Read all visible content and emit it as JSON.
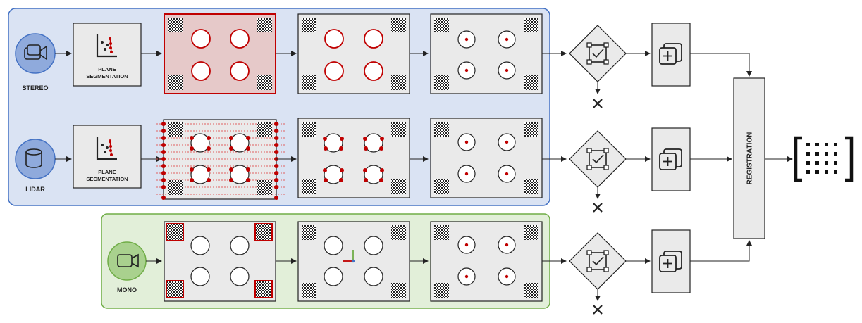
{
  "sensors": {
    "stereo": {
      "label": "STEREO",
      "icon": "stereo-camera-icon"
    },
    "lidar": {
      "label": "LIDAR",
      "icon": "lidar-cylinder-icon"
    },
    "mono": {
      "label": "MONO",
      "icon": "mono-camera-icon"
    }
  },
  "plane_segmentation": {
    "line1": "PLANE",
    "line2": "SEGMENTATION",
    "icon": "scatter-plot-icon"
  },
  "registration": {
    "label": "REGISTRATION"
  },
  "icons": {
    "validation": "checkbox-diamond-icon",
    "reject": "cross-icon",
    "accumulate": "add-copy-icon",
    "output": "matrix-icon",
    "target_corner": "checkerboard-icon",
    "mono_origin": "axes-icon"
  },
  "colors": {
    "lidar_stereo_panel_fill": "#dae3f3",
    "lidar_stereo_panel_stroke": "#4472c4",
    "mono_panel_fill": "#e2efd9",
    "mono_panel_stroke": "#70ad47",
    "sensor_blue": "#8faadc",
    "sensor_green": "#a9d18e",
    "highlight_red": "#c00000",
    "box_fill": "#eaeaea"
  }
}
